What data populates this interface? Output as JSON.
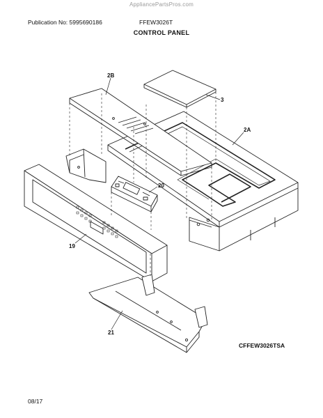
{
  "watermark": "AppliancePartsPros.com",
  "header": {
    "publication": "Publication No: 5995690186",
    "model": "FFEW3026T",
    "section_title": "CONTROL PANEL"
  },
  "callouts": {
    "p2b": "2B",
    "p3": "3",
    "p2a": "2A",
    "p20": "20",
    "p19": "19",
    "p21": "21"
  },
  "drawing_code": "CFFEW3026TSA",
  "footer_date": "08/17"
}
